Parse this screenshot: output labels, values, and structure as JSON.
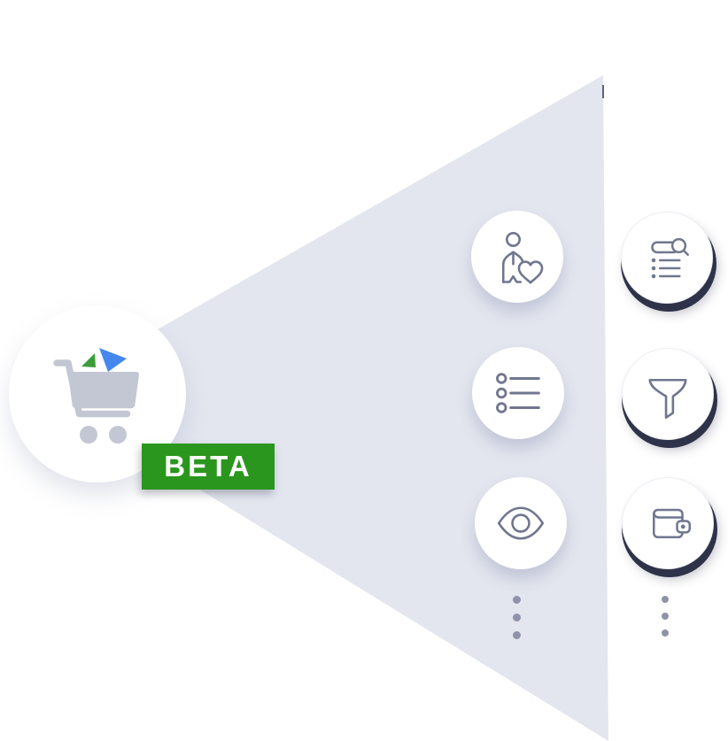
{
  "illustration": {
    "badge": {
      "label": "BETA",
      "background": "#2a961e",
      "text_color": "#ffffff"
    },
    "source": {
      "icon": "shopping-cart-icon",
      "description_icon_parts": [
        "cart",
        "green-triangle",
        "blue-triangle"
      ]
    },
    "funnel": {
      "shape": "left-pointing-triangle",
      "fill": "#e3e6ef"
    },
    "middle_stage": {
      "items": [
        {
          "icon": "person-heart-icon"
        },
        {
          "icon": "bullet-list-icon"
        },
        {
          "icon": "eye-icon"
        }
      ],
      "ellipsis_dots": 3
    },
    "output_stage": {
      "items": [
        {
          "icon": "list-search-icon"
        },
        {
          "icon": "filter-funnel-icon"
        },
        {
          "icon": "wallet-icon"
        }
      ],
      "ellipsis_dots": 3
    },
    "palette": {
      "funnel_fill": "#e3e6ef",
      "icon_stroke": "#71768f",
      "dark_ring": "#2f3349",
      "dot_color": "#8f93a9",
      "cart_gray": "#c3c7d3",
      "cart_green": "#3c9c3c",
      "cart_blue": "#4687ef",
      "badge_bg": "#2a961e",
      "badge_text": "#ffffff",
      "circle_white": "#ffffff"
    }
  }
}
